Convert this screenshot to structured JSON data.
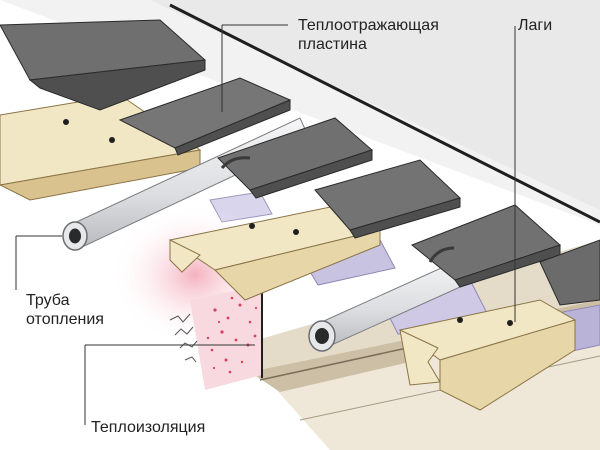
{
  "labels": {
    "plate_line1": "Теплоотражающая",
    "plate_line2": "пластина",
    "lags": "Лаги",
    "pipe_line1": "Труба",
    "pipe_line2": "отопления",
    "insulation": "Теплоизоляция"
  },
  "colors": {
    "background": "#ffffff",
    "floor_board": "#e9e9e9",
    "floor_edge": "#1f1f1f",
    "plate_top": "#6f6f6f",
    "plate_front": "#4f4f4f",
    "wood_top": "#f2e7c4",
    "wood_side": "#d9c28e",
    "pipe": "#e7e8ea",
    "pipe_inner": "#2a2a2a",
    "insulation": "#d8415e",
    "heat_glow": "#f6c9d2",
    "subfloor": "#d8ccb7",
    "tile_lilac": "#b9b3d8",
    "leader_line": "#333333"
  }
}
